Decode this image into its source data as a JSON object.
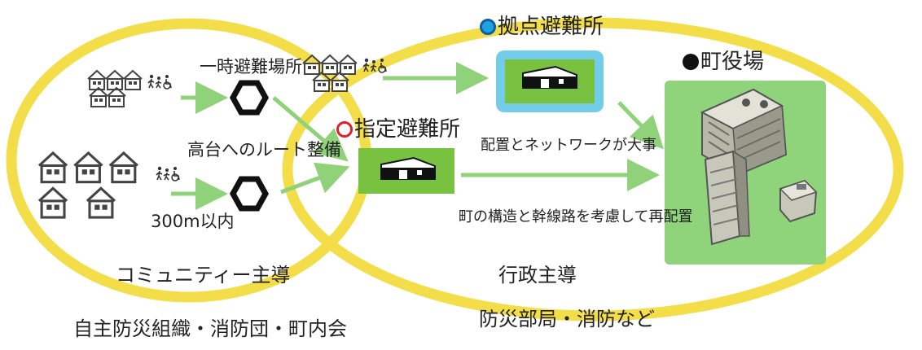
{
  "labels": {
    "temporary_evac_site": "一時避難場所",
    "route_to_highland": "高台へのルート整備",
    "within_300m": "300m以内",
    "community_led": "コミュニティー主導",
    "community_orgs": "自主防災組織・消防団・町内会",
    "hub_shelter": "拠点避難所",
    "designated_shelter": "指定避難所",
    "placement_network": "配置とネットワークが大事",
    "reposition": "町の構造と幹線路を考慮して再配置",
    "admin_led": "行政主導",
    "admin_orgs": "防災部局・消防など",
    "town_hall": "町役場"
  },
  "colors": {
    "ellipse": "#f3de4a",
    "arrow": "#8fd27a",
    "shelter_green": "#79c23f",
    "hub_border": "#74cde8",
    "town_hall_green": "#8fd37a",
    "hub_mark": "#1fa3e0",
    "designated_mark": "#e0202a"
  },
  "icons": {
    "houses": "house-cluster-icon",
    "people": "evacuating-people-icon",
    "hexagon": "hexagon-evac-site-icon",
    "shelter_building": "shelter-building-icon",
    "town_hall_photo": "town-hall-building-icon"
  }
}
